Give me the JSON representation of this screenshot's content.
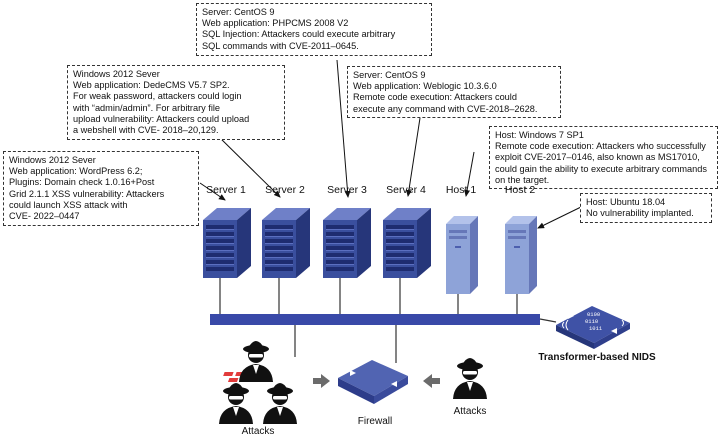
{
  "notes": {
    "server1": [
      "Windows 2012 Sever",
      "Web application: WordPress 6.2;",
      "Plugins: Domain check 1.0.16+Post",
      "Grid 2.1.1 XSS vulnerability: Attackers",
      "could launch XSS attack with",
      "CVE- 2022–0447"
    ],
    "server2": [
      "Windows 2012 Sever",
      "Web application: DedeCMS V5.7 SP2.",
      "For weak password, attackers could  login",
      " with “admin/admin”.  For arbitrary file",
      "upload vulnerability: Attackers could upload",
      "a webshell with CVE- 2018–20,129."
    ],
    "server3": [
      "Server: CentOS 9",
      "Web application: PHPCMS 2008 V2",
      "SQL Injection: Attackers could execute arbitrary",
      "SQL commands with CVE-2011–0645."
    ],
    "server4": [
      "Server: CentOS 9",
      "Web application: Weblogic 10.3.6.0",
      "Remote code execution: Attackers could",
      "execute any command with CVE-2018–2628."
    ],
    "host1": [
      "Host: Windows 7 SP1",
      "Remote code execution: Attackers who successfully",
      " exploit CVE-2017–0146, also known as MS17010,",
      "could gain the ability to execute arbitrary commands",
      "on the target."
    ],
    "host2": [
      "Host: Ubuntu 18.04",
      "No vulnerability implanted."
    ]
  },
  "labels": {
    "server1": "Server 1",
    "server2": "Server 2",
    "server3": "Server 3",
    "server4": "Server 4",
    "host1": "Host 1",
    "host2": "Host 2"
  },
  "captions": {
    "nids": "Transformer-based NIDS",
    "firewall": "Firewall",
    "attacks_left": "Attacks",
    "attacks_right": "Attacks"
  },
  "nids_bits": [
    "0100",
    "0110",
    "1011"
  ],
  "colors": {
    "server": "#3a4f9e",
    "server_dark": "#26367a",
    "host": "#8ea3d8",
    "bus": "#3949a8",
    "firewall": "#4d5fae",
    "attacker": "#111111",
    "attacker_blue": "#1f2d7a"
  }
}
